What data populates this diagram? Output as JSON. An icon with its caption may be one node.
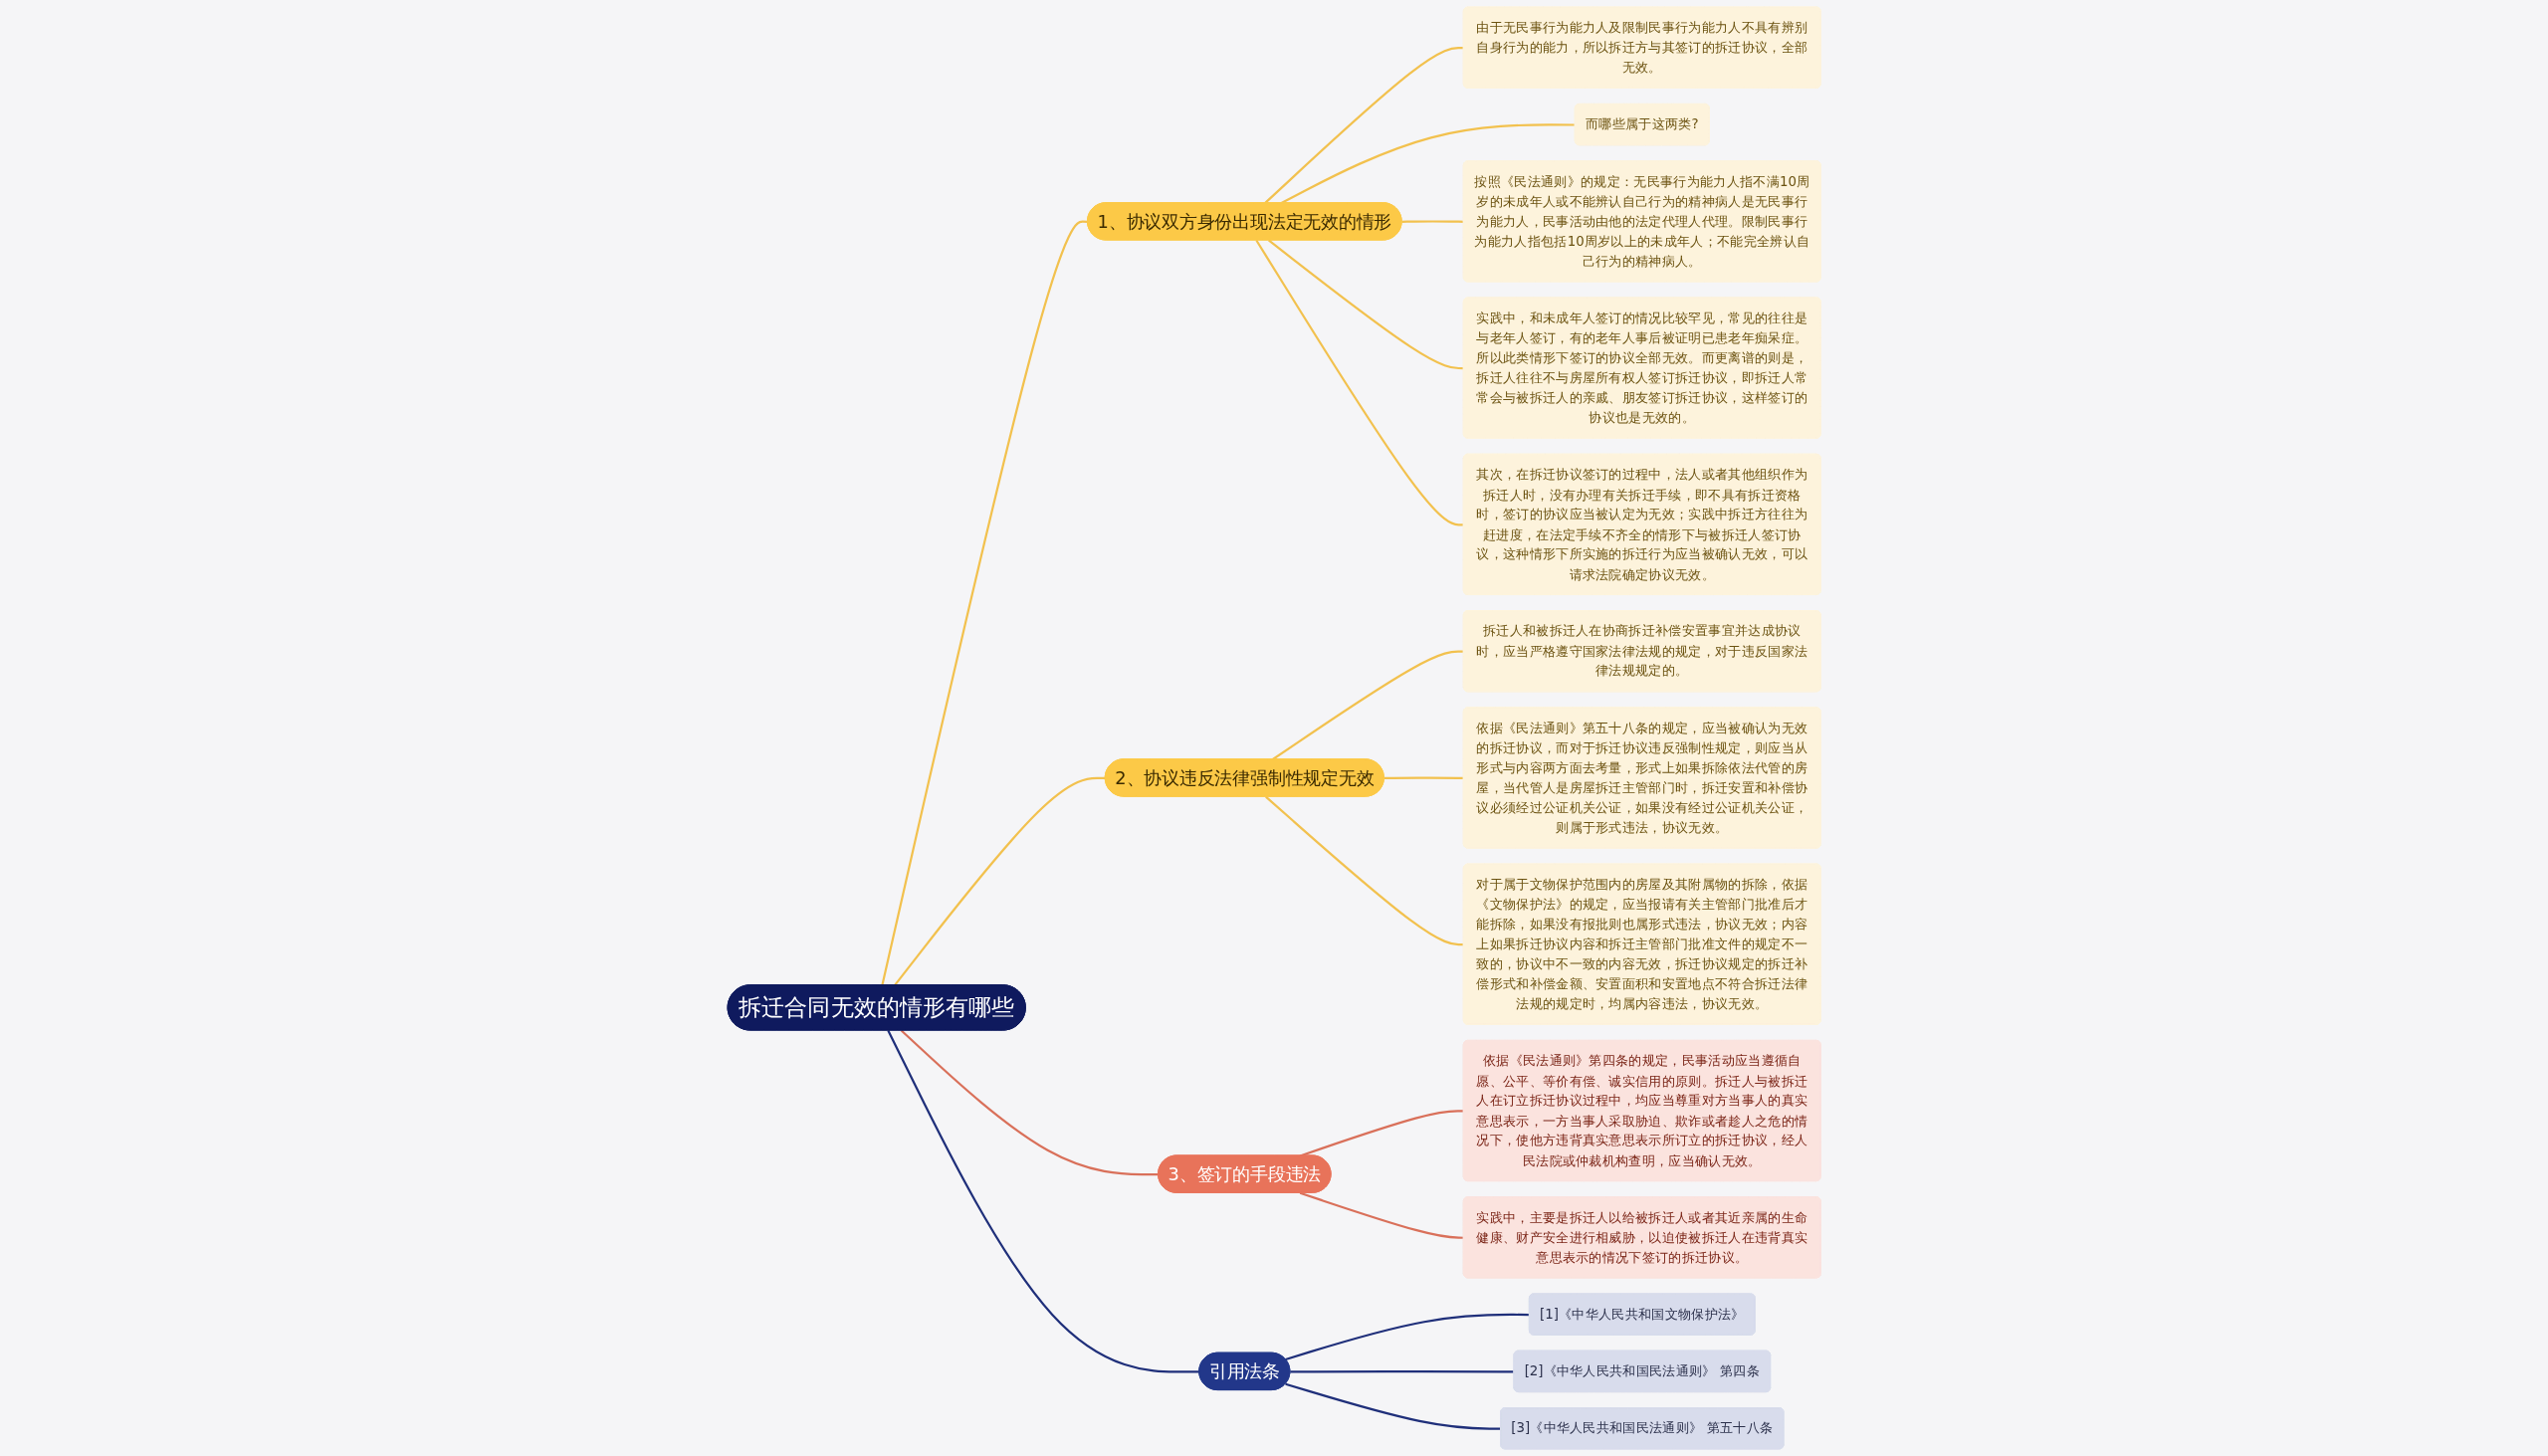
{
  "diagram": {
    "nodes": [
      {
        "text": [
          "拆迁合同无效的情形有哪些"
        ]
      },
      {
        "text": [
          "1、协议双方身份出现法定无效的情形"
        ]
      },
      {
        "text": [
          "由于无民事行为能力人及限制民事行为能力人不具有辨别自身行为的能力，所以拆迁方与其签订的拆迁协议，全部无效。"
        ]
      },
      {
        "text": [
          "而哪些属于这两类?"
        ]
      },
      {
        "text": [
          "按照《民法通则》的规定：无民事行为能力人指不满10周岁的未成年人或不能辨认自己行为的精神病人是无民事行为能力人，民事活动由他的法定代理人代理。限制民事行为能力人指包括10周岁以上的未成年人；不能完全辨认自己行为的精神病人。"
        ]
      },
      {
        "text": [
          "实践中，和未成年人签订的情况比较罕见，常见的往往是与老年人签订，有的老年人事后被证明已患老年痴呆症。所以此类情形下签订的协议全部无效。而更离谱的则是，拆迁人往往不与房屋所有权人签订拆迁协议，即拆迁人常常会与被拆迁人的亲戚、朋友签订拆迁协议，这样签订的协议也是无效的。"
        ]
      },
      {
        "text": [
          "其次，在拆迁协议签订的过程中，法人或者其他组织作为拆迁人时，没有办理有关拆迁手续，即不具有拆迁资格时，签订的协议应当被认定为无效；实践中拆迁方往往为赶进度，在法定手续不齐全的情形下与被拆迁人签订协议，这种情形下所实施的拆迁行为应当被确认无效，可以请求法院确定协议无效。"
        ]
      },
      {
        "text": [
          "2、协议违反法律强制性规定无效"
        ]
      },
      {
        "text": [
          "拆迁人和被拆迁人在协商拆迁补偿安置事宜并达成协议时，应当严格遵守国家法律法规的规定，对于违反国家法律法规规定的。"
        ]
      },
      {
        "text": [
          "依据《民法通则》第五十八条的规定，应当被确认为无效的拆迁协议，而对于拆迁协议违反强制性规定，则应当从形式与内容两方面去考量，形式上如果拆除依法代管的房屋，当代管人是房屋拆迁主管部门时，拆迁安置和补偿协议必须经过公证机关公证，如果没有经过公证机关公证，则属于形式违法，协议无效。"
        ]
      },
      {
        "text": [
          "对于属于文物保护范围内的房屋及其附属物的拆除，依据《文物保护法》的规定，应当报请有关主管部门批准后才能拆除，如果没有报批则也属形式违法，协议无效；内容上如果拆迁协议内容和拆迁主管部门批准文件的规定不一致的，协议中不一致的内容无效，拆迁协议规定的拆迁补偿形式和补偿金额、安置面积和安置地点不符合拆迁法律法规的规定时，均属内容违法，协议无效。"
        ]
      },
      {
        "text": [
          "3、签订的手段违法"
        ]
      },
      {
        "text": [
          "依据《民法通则》第四条的规定，民事活动应当遵循自愿、公平、等价有偿、诚实信用的原则。拆迁人与被拆迁人在订立拆迁协议过程中，均应当尊重对方当事人的真实意思表示，一方当事人采取胁迫、欺诈或者趁人之危的情况下，使他方违背真实意思表示所订立的拆迁协议，经人民法院或仲裁机构查明，应当确认无效。"
        ]
      },
      {
        "text": [
          "实践中，主要是拆迁人以给被拆迁人或者其近亲属的生命健康、财产安全进行相威胁，以迫使被拆迁人在违背真实意思表示的情况下签订的拆迁协议。"
        ]
      },
      {
        "text": [
          "引用法条"
        ]
      },
      {
        "text": [
          "[1]《中华人民共和国文物保护法》"
        ]
      },
      {
        "text": [
          "[2]《中华人民共和国民法通则》 第四条"
        ]
      },
      {
        "text": [
          "[3]《中华人民共和国民法通则》 第五十八条"
        ]
      }
    ],
    "edges": [
      {
        "from": 0,
        "to": 1,
        "arrow": "none"
      },
      {
        "from": 1,
        "to": 2,
        "arrow": "none"
      },
      {
        "from": 1,
        "to": 3,
        "arrow": "none"
      },
      {
        "from": 1,
        "to": 4,
        "arrow": "none"
      },
      {
        "from": 1,
        "to": 5,
        "arrow": "none"
      },
      {
        "from": 1,
        "to": 6,
        "arrow": "none"
      },
      {
        "from": 0,
        "to": 7,
        "arrow": "none"
      },
      {
        "from": 7,
        "to": 8,
        "arrow": "none"
      },
      {
        "from": 7,
        "to": 9,
        "arrow": "none"
      },
      {
        "from": 7,
        "to": 10,
        "arrow": "none"
      },
      {
        "from": 0,
        "to": 11,
        "arrow": "none",
        "color": "#d9705a"
      },
      {
        "from": 11,
        "to": 12,
        "arrow": "none",
        "color": "#d9705a"
      },
      {
        "from": 11,
        "to": 13,
        "arrow": "none",
        "color": "#d9705a"
      },
      {
        "from": 0,
        "to": 14,
        "arrow": "none",
        "color": "#1f2f7a"
      },
      {
        "from": 14,
        "to": 15,
        "arrow": "none",
        "color": "#1f2f7a"
      },
      {
        "from": 14,
        "to": 16,
        "arrow": "none",
        "color": "#1f2f7a"
      },
      {
        "from": 14,
        "to": 17,
        "arrow": "none",
        "color": "#1f2f7a"
      }
    ]
  }
}
